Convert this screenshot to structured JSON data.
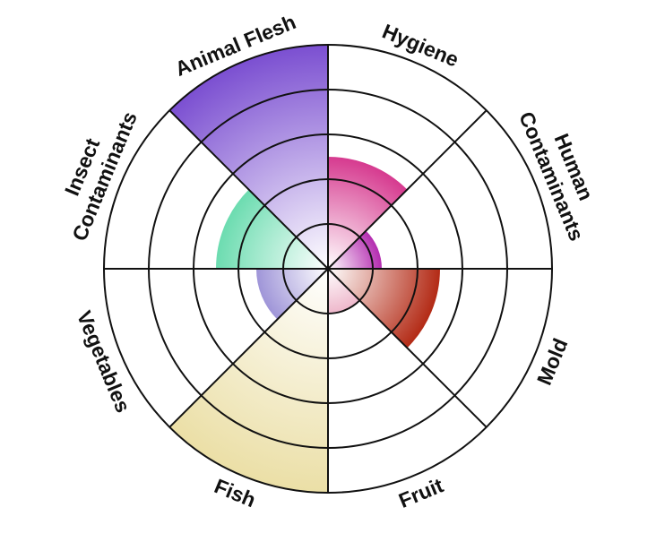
{
  "chart_data": {
    "type": "polar-area",
    "title": "",
    "grid": true,
    "rlim": [
      0,
      5
    ],
    "ring_count": 5,
    "categories": [
      "Hygiene",
      "Human Contaminants",
      "Mold",
      "Fruit",
      "Fish",
      "Vegetables",
      "Insect Contaminants",
      "Animal Flesh"
    ],
    "category_lines": [
      [
        "Hygiene"
      ],
      [
        "Human",
        "Contaminants"
      ],
      [
        "Mold"
      ],
      [
        "Fruit"
      ],
      [
        "Fish"
      ],
      [
        "Vegetables"
      ],
      [
        "Insect",
        "Contaminants"
      ],
      [
        "Animal Flesh"
      ]
    ],
    "values": [
      2.5,
      1.2,
      2.5,
      1.0,
      5.0,
      1.6,
      2.5,
      5.0
    ],
    "colors": [
      "#d63a8f",
      "#b42cb0",
      "#b32a15",
      "#eeb7cb",
      "#ebdfa6",
      "#9f95d8",
      "#6cdcb0",
      "#7b4fd1"
    ]
  }
}
